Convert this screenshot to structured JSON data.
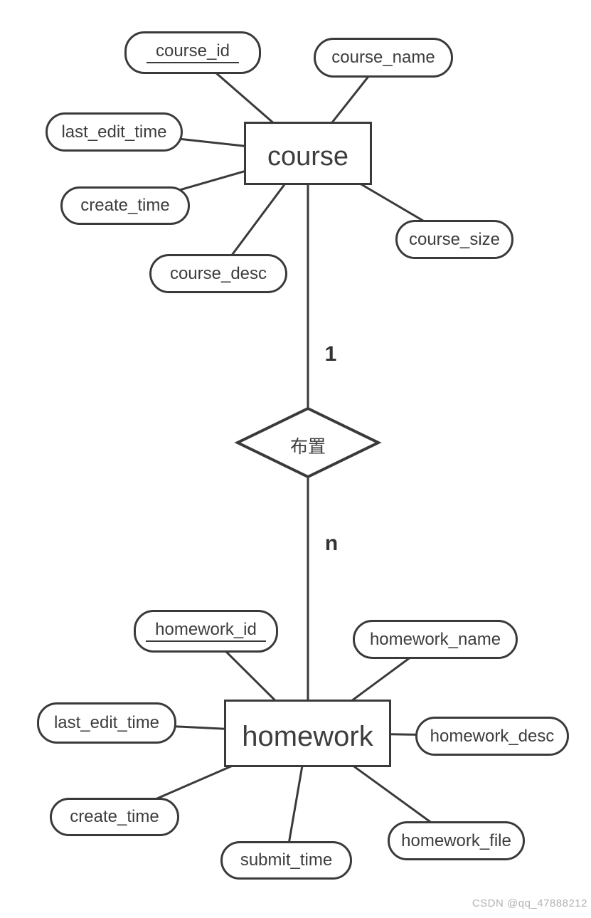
{
  "diagram": {
    "type": "er-diagram",
    "entities": [
      {
        "name": "course",
        "attributes": [
          {
            "label": "course_id",
            "primary_key": true
          },
          {
            "label": "course_name",
            "primary_key": false
          },
          {
            "label": "last_edit_time",
            "primary_key": false
          },
          {
            "label": "create_time",
            "primary_key": false
          },
          {
            "label": "course_desc",
            "primary_key": false
          },
          {
            "label": "course_size",
            "primary_key": false
          }
        ]
      },
      {
        "name": "homework",
        "attributes": [
          {
            "label": "homework_id",
            "primary_key": true
          },
          {
            "label": "homework_name",
            "primary_key": false
          },
          {
            "label": "last_edit_time",
            "primary_key": false
          },
          {
            "label": "homework_desc",
            "primary_key": false
          },
          {
            "label": "create_time",
            "primary_key": false
          },
          {
            "label": "submit_time",
            "primary_key": false
          },
          {
            "label": "homework_file",
            "primary_key": false
          }
        ]
      }
    ],
    "relationship": {
      "label": "布置",
      "course_cardinality": "1",
      "homework_cardinality": "n"
    },
    "colors": {
      "stroke": "#3a3a3a",
      "shape_fill": "#ffffff",
      "watermark_color": "#b3b3b3"
    }
  },
  "watermark": "CSDN @qq_47888212"
}
